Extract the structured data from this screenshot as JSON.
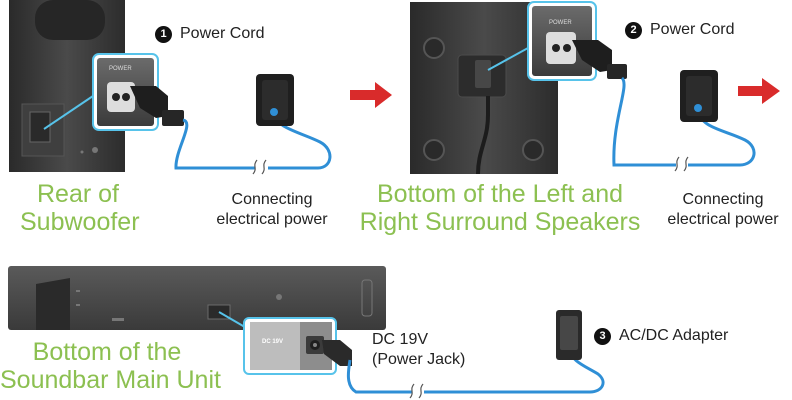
{
  "colors": {
    "accent_green": "#8cc051",
    "cable_blue": "#2f8fd6",
    "arrow_red": "#d92b2b",
    "highlight_cyan": "#57c3ea",
    "device_dark": "#3a3a3a"
  },
  "panel1": {
    "cord_number": "1",
    "cord_label": "Power Cord",
    "port_label": "POWER",
    "caption_line1": "Connecting",
    "caption_line2": "electrical power",
    "title_line1": "Rear of",
    "title_line2": "Subwoofer"
  },
  "panel2": {
    "cord_number": "2",
    "cord_label": "Power Cord",
    "port_label": "POWER",
    "caption_line1": "Connecting",
    "caption_line2": "electrical power",
    "title_line1": "Bottom of the Left and",
    "title_line2": "Right Surround Speakers"
  },
  "panel3": {
    "port_label": "DC 19V",
    "jack_line1": "DC 19V",
    "jack_line2": "(Power Jack)",
    "adapter_number": "3",
    "adapter_label": "AC/DC Adapter",
    "title_line1": "Bottom of the",
    "title_line2": "Soundbar Main Unit"
  },
  "icons": [
    "arrow-right-icon",
    "wall-outlet-icon",
    "power-connector-icon",
    "cable-break-icon"
  ]
}
